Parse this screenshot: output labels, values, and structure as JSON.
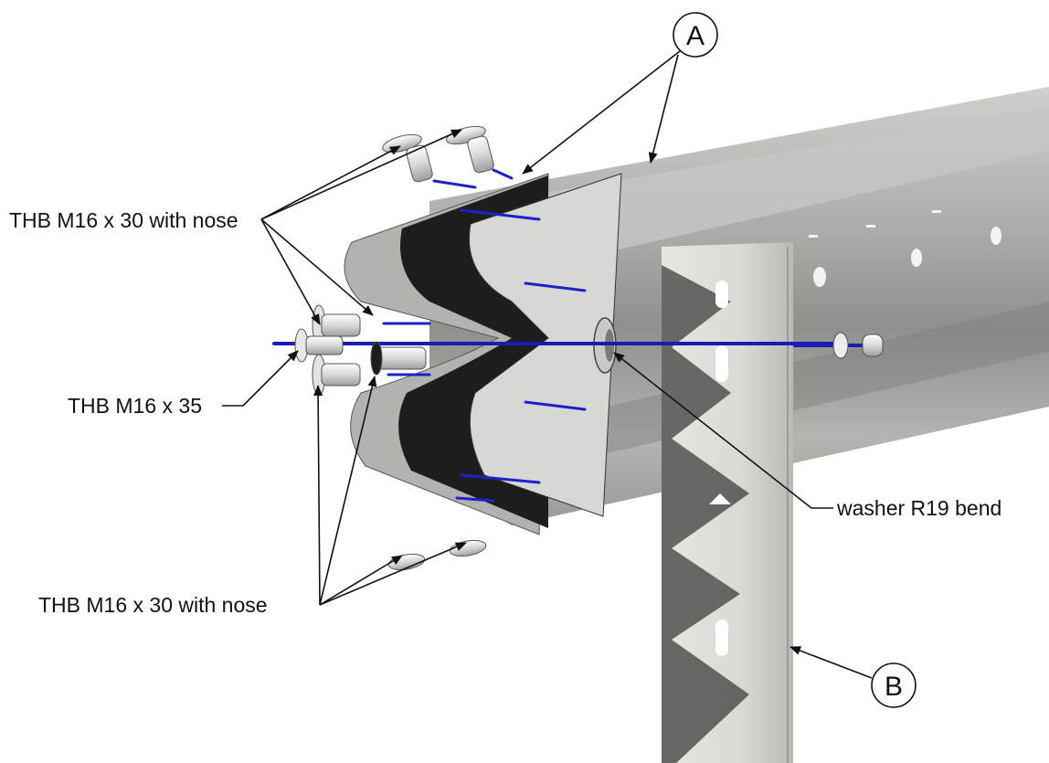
{
  "labels": {
    "bolt_top": "THB M16 x 30 with nose",
    "bolt_middle": "THB M16 x 35",
    "bolt_bottom": "THB M16 x 30 with nose",
    "washer": "washer R19 bend"
  },
  "badges": {
    "rail": "A",
    "post": "B"
  },
  "colors": {
    "bolt_shaft": "#1a1ab4",
    "rail_metal": "#a8a9a6",
    "post_metal": "#dedfda",
    "label_ink": "#111111"
  }
}
